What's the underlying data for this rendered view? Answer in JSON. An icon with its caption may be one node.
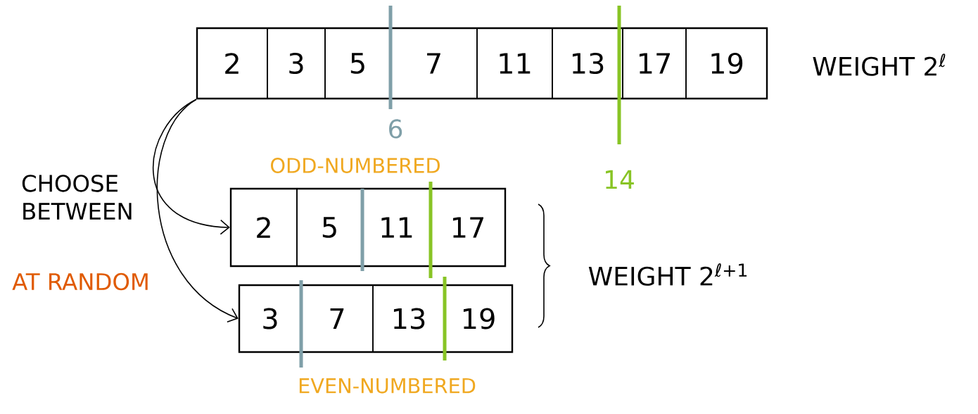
{
  "diagram": {
    "nodes": [
      {
        "text": [],
        "shape": "box"
      },
      {
        "text": [
          "2"
        ],
        "in": 0
      },
      {
        "text": [
          "3"
        ],
        "in": 0
      },
      {
        "text": [
          "5"
        ],
        "in": 0
      },
      {
        "text": [
          "7"
        ],
        "in": 0
      },
      {
        "text": [
          "11"
        ],
        "in": 0
      },
      {
        "text": [
          "13"
        ],
        "in": 0
      },
      {
        "text": [
          "17"
        ],
        "in": 0
      },
      {
        "text": [
          "19"
        ],
        "in": 0
      },
      {
        "text": [],
        "shape": "box"
      },
      {
        "text": [
          "2"
        ],
        "in": 9
      },
      {
        "text": [
          "5"
        ],
        "in": 9
      },
      {
        "text": [
          "11"
        ],
        "in": 9
      },
      {
        "text": [
          "17"
        ],
        "in": 9
      },
      {
        "text": [],
        "shape": "box"
      },
      {
        "text": [
          "3"
        ],
        "in": 14
      },
      {
        "text": [
          "7"
        ],
        "in": 14
      },
      {
        "text": [
          "13"
        ],
        "in": 14
      },
      {
        "text": [
          "19"
        ],
        "in": 14
      }
    ],
    "edges": [
      {
        "from": 0,
        "to": 9,
        "arrow": "to"
      },
      {
        "from": 0,
        "to": 14,
        "arrow": "to"
      }
    ],
    "labels": [
      "WEIGHT 2$^{ℓ}$",
      "6",
      "ODD-NUMBERED",
      "14",
      "CHOOSE BETWEEN",
      "AT RANDOM",
      "WEIGHT 2$^{ℓ+1}$",
      "EVEN-NUMBERED"
    ]
  }
}
